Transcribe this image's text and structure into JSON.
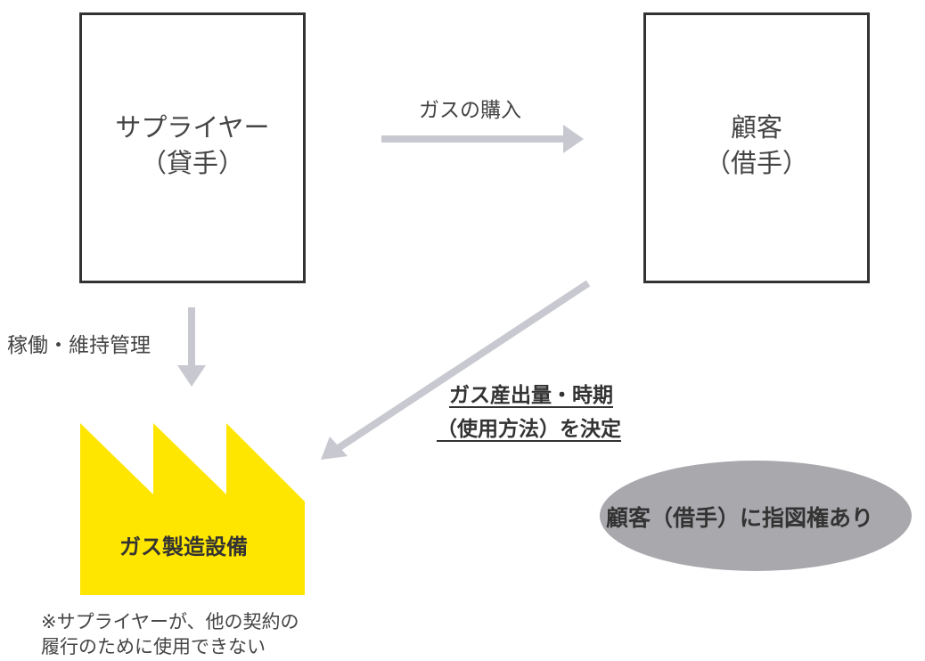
{
  "supplier": {
    "line1": "サプライヤー",
    "line2": "（貸手）"
  },
  "customer": {
    "line1": "顧客",
    "line2": "（借手）"
  },
  "arrow_purchase_label": "ガスの購入",
  "arrow_operation_label": "稼働・維持管理",
  "decision": {
    "line1": "ガス産出量・時期",
    "line2": "（使用方法）を決定"
  },
  "factory_label": "ガス製造設備",
  "note": {
    "line1": "※サプライヤーが、他の契約の",
    "line2": "履行のために使用できない"
  },
  "ellipse_label": "顧客（借手）に指図権あり",
  "colors": {
    "arrow": "#c8c8d0",
    "factory": "#ffe600",
    "ellipse": "#a8a8ad",
    "border": "#333333"
  }
}
